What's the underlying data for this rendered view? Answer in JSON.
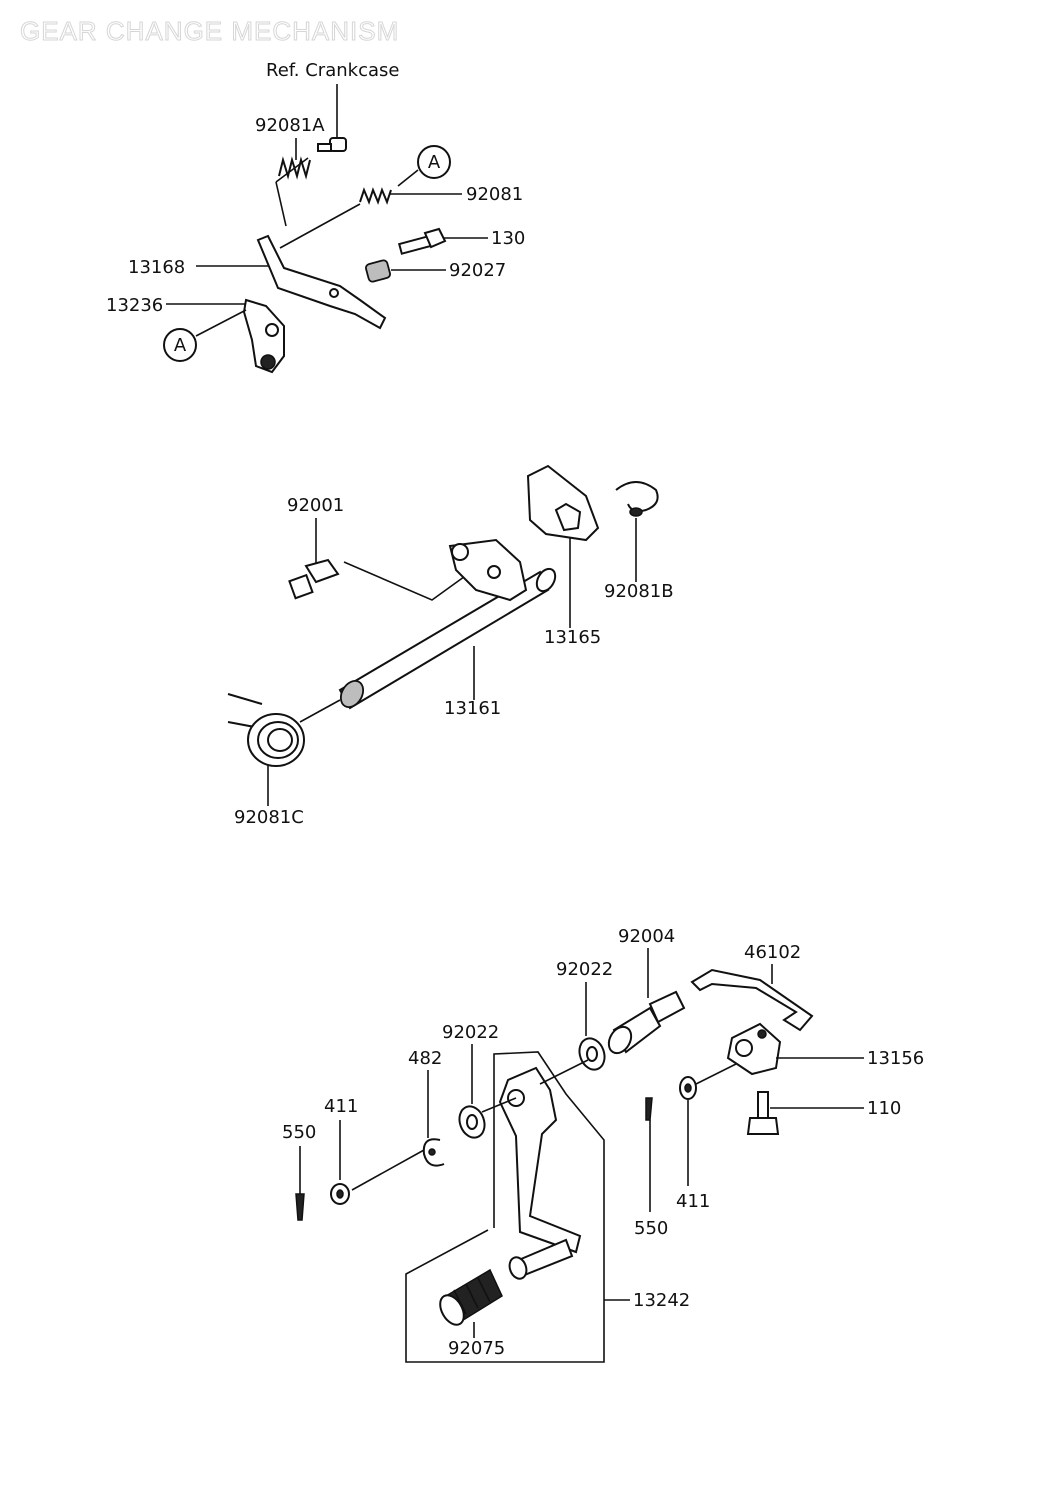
{
  "watermark": "GEAR CHANGE MECHANISM",
  "labels": {
    "ref_crankcase": "Ref. Crankcase",
    "p92081A": "92081A",
    "pA_top": "A",
    "p92081": "92081",
    "p130": "130",
    "p92027": "92027",
    "p13168": "13168",
    "p13236": "13236",
    "pA_bottom": "A",
    "p92001": "92001",
    "p92081B": "92081B",
    "p13165": "13165",
    "p13161": "13161",
    "p92081C": "92081C",
    "p92004": "92004",
    "p46102": "46102",
    "p92022_right": "92022",
    "p92022_left": "92022",
    "p482": "482",
    "p13156": "13156",
    "p411_left": "411",
    "p550_left": "550",
    "p110": "110",
    "p411_right": "411",
    "p550_right": "550",
    "p13242": "13242",
    "p92075": "92075"
  }
}
